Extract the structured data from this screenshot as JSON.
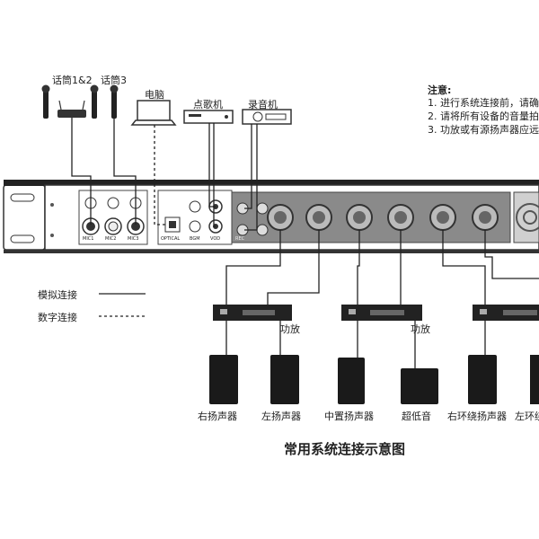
{
  "sources": {
    "mic12": "话筒1&2",
    "mic3": "话筒3",
    "computer": "电脑",
    "karaoke": "点歌机",
    "recorder": "录音机"
  },
  "notes": {
    "title": "注意:",
    "lines": [
      "1. 进行系统连接前，请确",
      "2. 请将所有设备的音量拍",
      "3. 功放或有源扬声器应远"
    ]
  },
  "panel": {
    "mic_labels": [
      "MIC1",
      "MIC2",
      "MIC3"
    ],
    "optical": "OPTICAL",
    "bgm": "BGM",
    "vod": "VOD",
    "rec": "REC"
  },
  "legend": {
    "analog": "模拟连接",
    "digital": "数字连接"
  },
  "amps": [
    "功放",
    "功放"
  ],
  "speakers": [
    "右扬声器",
    "左扬声器",
    "中置扬声器",
    "超低音",
    "右环绕扬声器",
    "左环绕"
  ],
  "caption": "常用系统连接示意图"
}
